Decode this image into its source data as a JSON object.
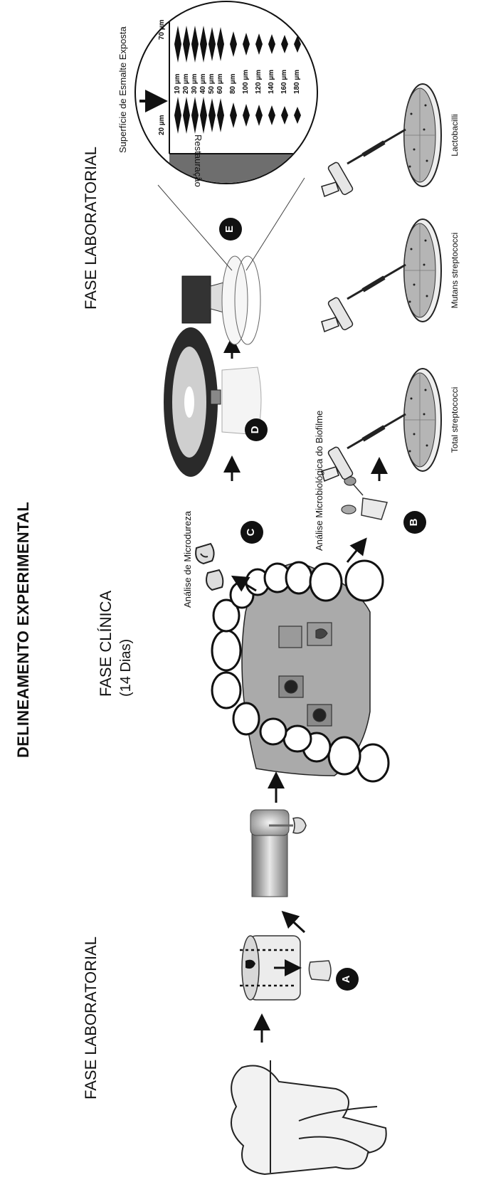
{
  "title": "DELINEAMENTO EXPERIMENTAL",
  "phases": {
    "lab_left": "FASE LABORATORIAL",
    "clinical": "FASE CLÍNICA",
    "clinical_days": "(14 Dias)",
    "lab_right": "FASE LABORATORIAL"
  },
  "labels": {
    "microhardness": "Análise de Microdureza",
    "microbiology": "Análise Microbiológica do Biofilme",
    "exposed_surface": "Superfície de Esmalte Exposta",
    "restoration": "Restauração"
  },
  "step_markers": [
    "A",
    "B",
    "C",
    "D",
    "E"
  ],
  "depths": [
    "10 µm",
    "20 µm",
    "30 µm",
    "40 µm",
    "50 µm",
    "60 µm",
    "80 µm",
    "100 µm",
    "120 µm",
    "140 µm",
    "160 µm",
    "180 µm"
  ],
  "depth_scale": {
    "near": "20 µm",
    "far": "70 µm"
  },
  "cultures": [
    "Total streptococci",
    "Mutans streptococci",
    "Lactobacilli"
  ],
  "colors": {
    "ink": "#111111",
    "gum": "#aaaaaa",
    "restoration": "#6e6e6e",
    "plate": "#b5b5b5",
    "marker_bg": "#111111"
  }
}
